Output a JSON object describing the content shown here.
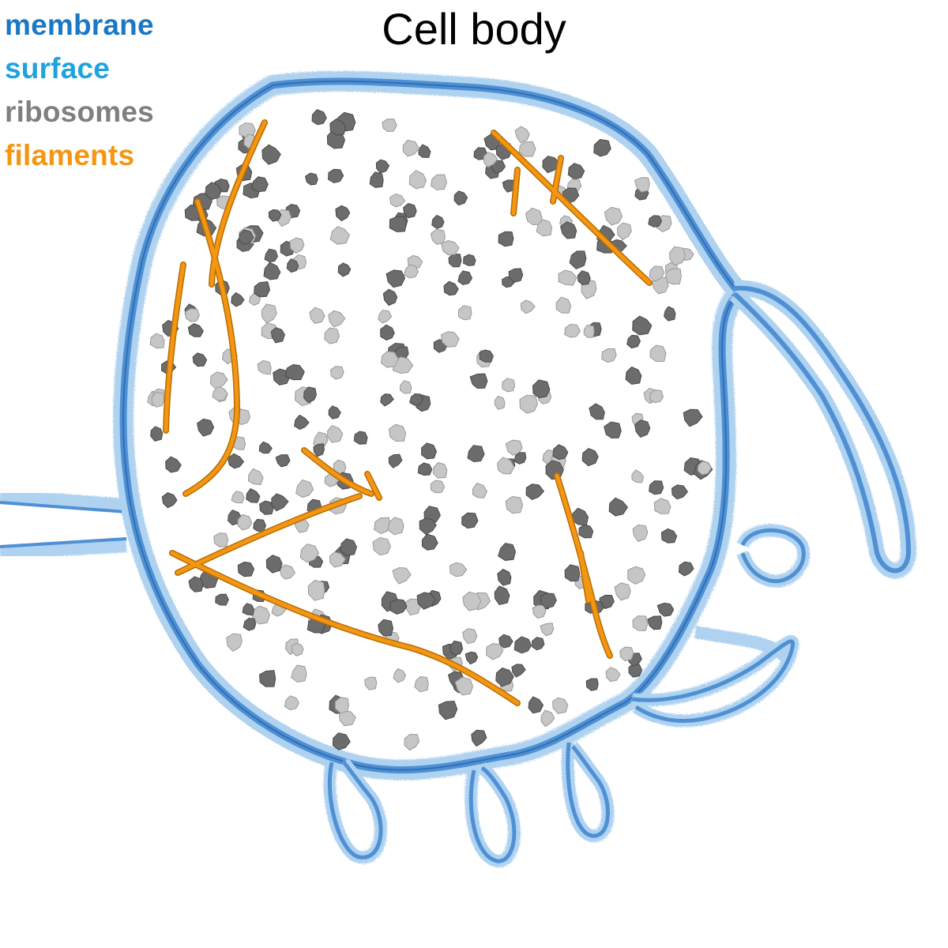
{
  "title": "Cell body",
  "legend": [
    {
      "label": "membrane",
      "color": "#1b78c4"
    },
    {
      "label": "surface",
      "color": "#1fa3e0"
    },
    {
      "label": "ribosomes",
      "color": "#7f7f7f"
    },
    {
      "label": "filaments",
      "color": "#f39612"
    }
  ],
  "colors": {
    "membrane": "#4f90d4",
    "membrane_dark": "#2f6fb6",
    "surface": "#aed2f0",
    "surface_outline": "#5b8ec5",
    "ribosome_dark": "#6c6c6c",
    "ribosome_light": "#c6c6c6",
    "filament": "#f39612"
  },
  "icons": [
    "cell-membrane-shape",
    "ribosome-particle-shape",
    "filament-strand-shape"
  ]
}
